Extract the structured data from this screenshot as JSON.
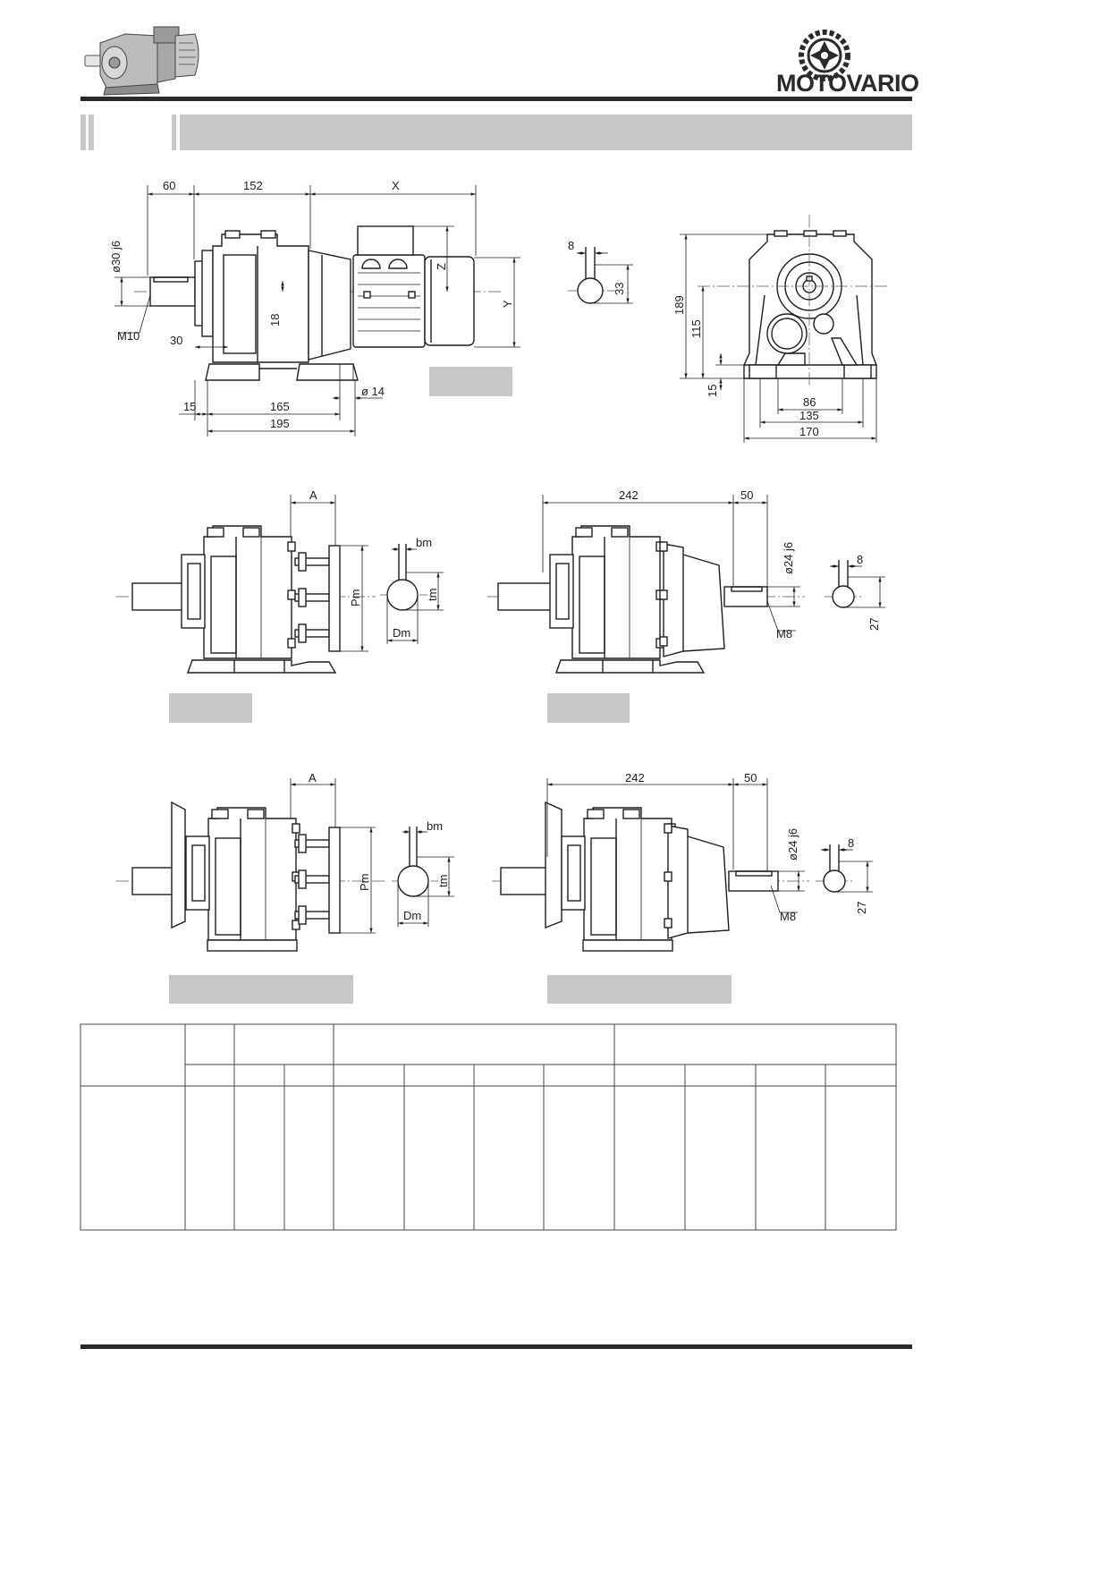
{
  "brand": {
    "name": "MOTOVARIO"
  },
  "view_foot_motor": {
    "dim_shaft": "60",
    "dim_body": "152",
    "dim_motor": "X",
    "dim_shaft_dia": "ø30 j6",
    "dim_thread": "M10",
    "dim_shoulder": "30",
    "dim_offset": "18",
    "dim_z": "Z",
    "dim_y": "Y",
    "dim_foot_edge": "15",
    "dim_holes": "165",
    "dim_foot_len": "195",
    "dim_hole_dia": "ø 14"
  },
  "shaft_section_main": {
    "key_width": "8",
    "key_depth": "33"
  },
  "view_end": {
    "height": "189",
    "axis_height": "115",
    "foot_thick": "15",
    "holes_inner": "86",
    "holes_outer": "135",
    "width": "170"
  },
  "view_foot_iec": {
    "dim_a": "A",
    "dim_pm": "Pm",
    "dim_bm": "bm",
    "dim_tm": "tm",
    "dim_dm": "Dm"
  },
  "view_foot_shaft": {
    "dim_len": "242",
    "dim_shaft": "50",
    "dim_dia": "ø24 j6",
    "dim_thread": "M8",
    "key_width": "8",
    "key_depth": "27"
  },
  "view_flange_iec": {
    "dim_a": "A",
    "dim_pm": "Pm",
    "dim_bm": "bm",
    "dim_tm": "tm",
    "dim_dm": "Dm"
  },
  "view_flange_shaft": {
    "dim_len": "242",
    "dim_shaft": "50",
    "dim_dia": "ø24 j6",
    "dim_thread": "M8",
    "key_width": "8",
    "key_depth": "27"
  }
}
